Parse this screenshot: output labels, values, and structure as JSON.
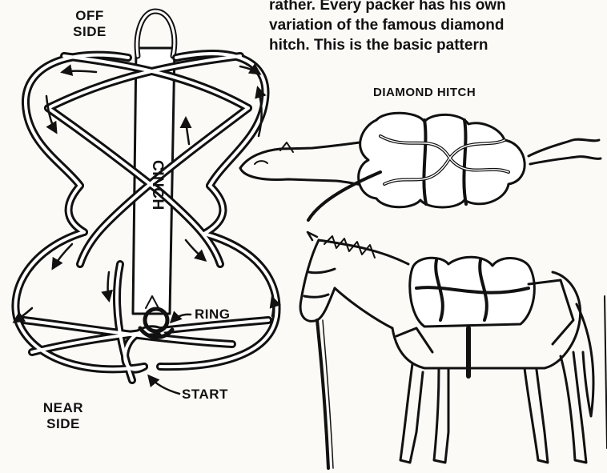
{
  "header_text": {
    "line1": "rather. Every packer has his own",
    "line2": "variation of the famous diamond",
    "line3": "hitch.  This is the basic pattern"
  },
  "labels": {
    "off_side": "OFF\nSIDE",
    "near_side": "NEAR\nSIDE",
    "cinch": "CINCH",
    "ring": "RING",
    "start": "START",
    "diamond_hitch": "DIAMOND HITCH"
  },
  "colors": {
    "ink": "#111111",
    "paper": "#fbfaf6",
    "fill": "#ffffff"
  }
}
